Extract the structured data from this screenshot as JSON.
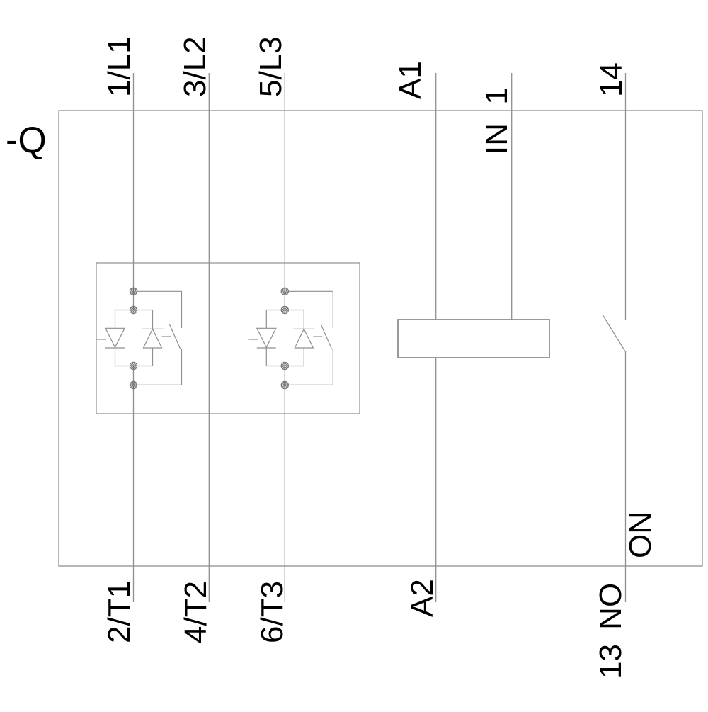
{
  "colors": {
    "wire": "#8f8f8f",
    "text": "#000000",
    "background": "#ffffff"
  },
  "labels": {
    "designator": "-Q",
    "l1_top": "1/L1",
    "l2_top": "3/L2",
    "l3_top": "5/L3",
    "a1": "A1",
    "in": "IN 1",
    "no_out": "14",
    "t1_bottom": "2/T1",
    "t2_bottom": "4/T2",
    "t3_bottom": "6/T3",
    "a2": "A2",
    "no_in": "13 NO",
    "on": "ON"
  }
}
